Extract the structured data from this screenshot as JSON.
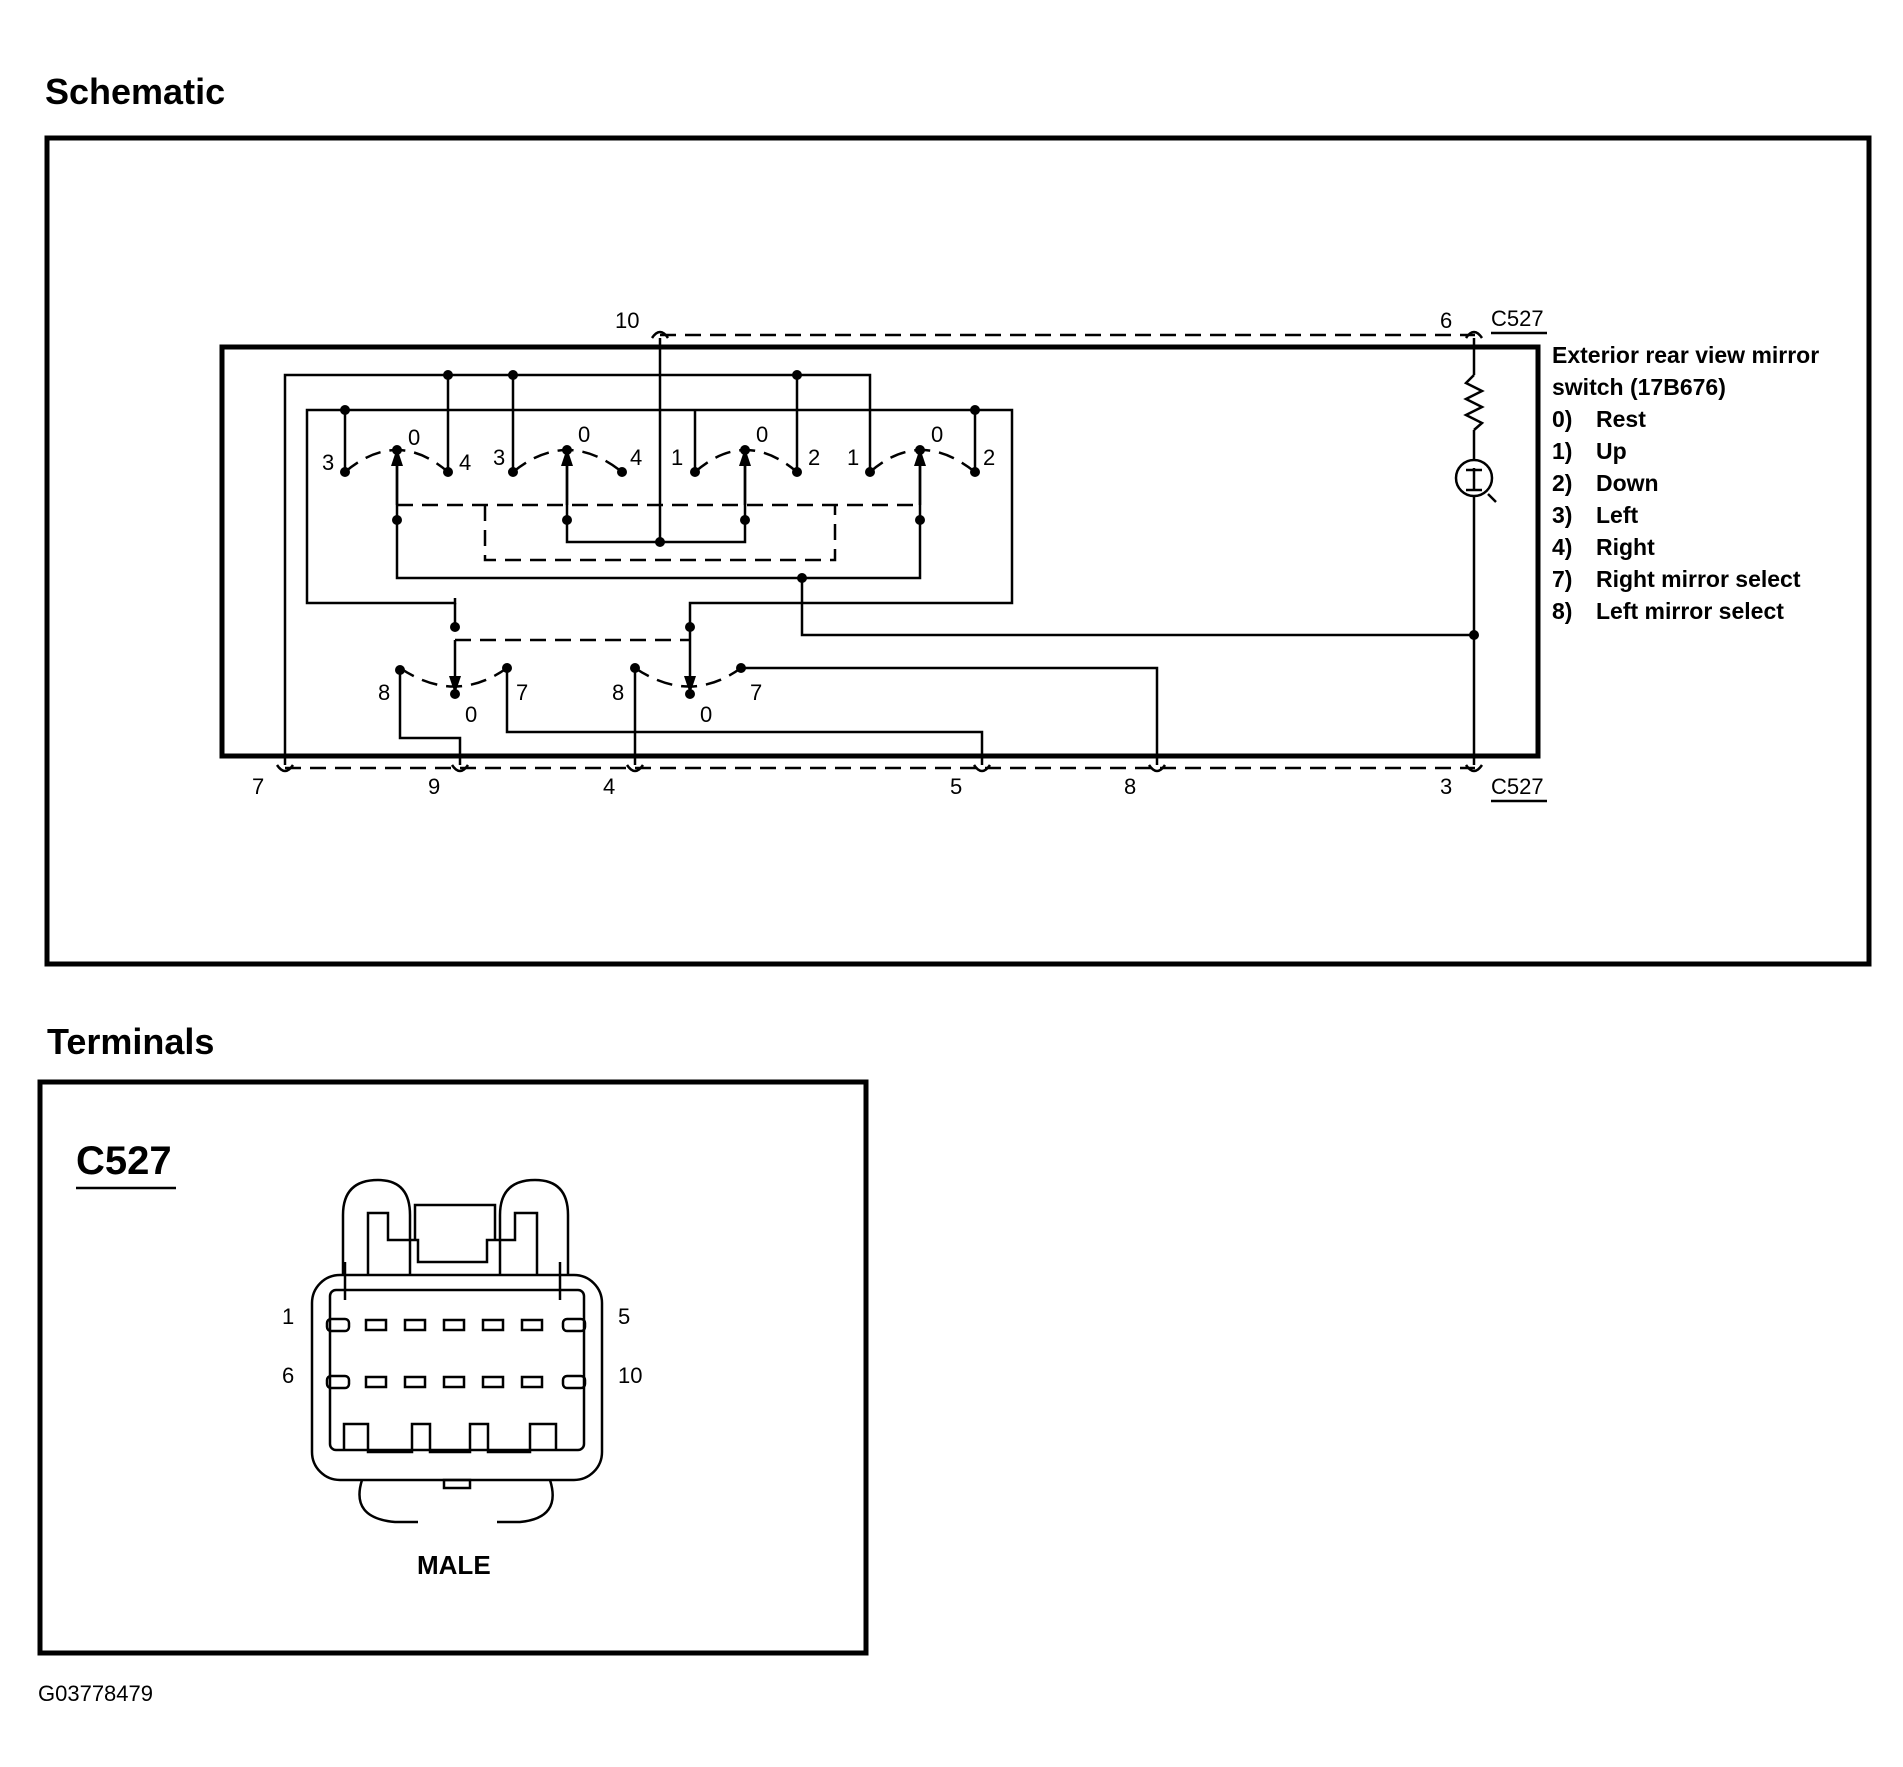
{
  "titles": {
    "schematic": "Schematic",
    "terminals": "Terminals"
  },
  "schematic": {
    "connector_ref": "C527",
    "component_title_line1": "Exterior rear view mirror",
    "component_title_line2": "switch (17B676)",
    "legend": [
      {
        "key": "0)",
        "label": "Rest"
      },
      {
        "key": "1)",
        "label": "Up"
      },
      {
        "key": "2)",
        "label": "Down"
      },
      {
        "key": "3)",
        "label": "Left"
      },
      {
        "key": "4)",
        "label": "Right"
      },
      {
        "key": "7)",
        "label": "Right mirror select"
      },
      {
        "key": "8)",
        "label": "Left mirror select"
      }
    ],
    "top_pins": [
      "10",
      "6"
    ],
    "bottom_pins": [
      "7",
      "9",
      "4",
      "5",
      "8",
      "3"
    ],
    "contact_labels": {
      "sw1": [
        "3",
        "0",
        "4"
      ],
      "sw2": [
        "3",
        "0",
        "4"
      ],
      "sw3": [
        "1",
        "0",
        "2"
      ],
      "sw4": [
        "1",
        "0",
        "2"
      ],
      "sel1": [
        "8",
        "0",
        "7"
      ],
      "sel2": [
        "8",
        "0",
        "7"
      ]
    }
  },
  "terminals": {
    "connector": "C527",
    "pin_top_left": "1",
    "pin_top_right": "5",
    "pin_bottom_left": "6",
    "pin_bottom_right": "10",
    "gender": "MALE"
  },
  "figure_id": "G03778479"
}
